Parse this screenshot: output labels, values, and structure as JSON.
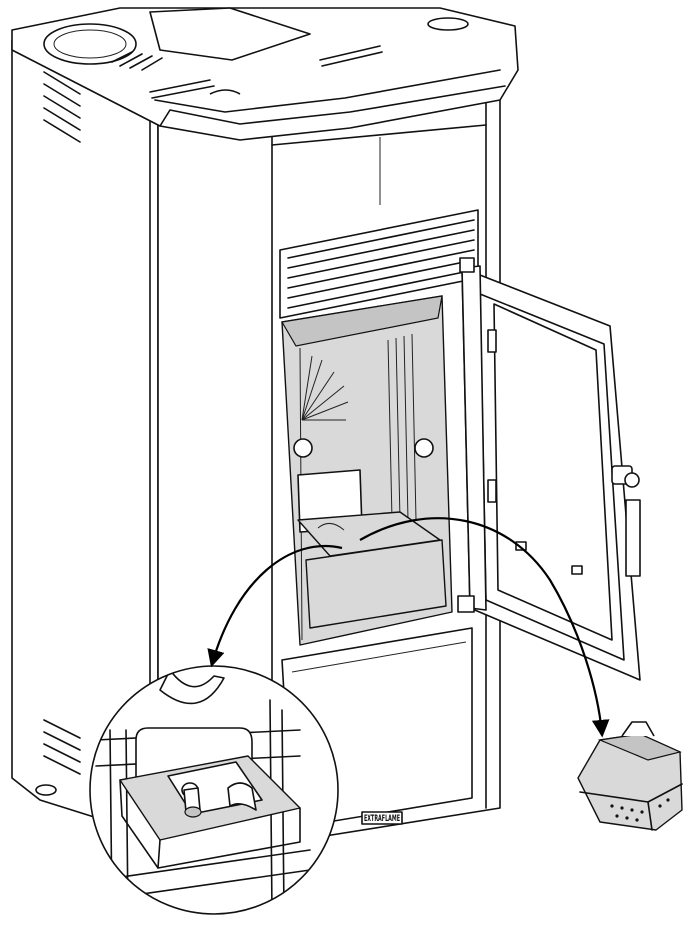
{
  "brand_plate": {
    "text": "EXTRAFLAME"
  },
  "colors": {
    "line": "#111111",
    "body_fill": "#ffffff",
    "firebox_fill": "#d9d9d9",
    "brazier_fill": "#d4d4d4",
    "arrow": "#000000"
  },
  "callouts": [
    {
      "name": "arrow-to-detail-view",
      "from": "brazier-in-stove",
      "to": "detail-magnifier"
    },
    {
      "name": "arrow-to-removed-brazier",
      "from": "brazier-in-stove",
      "to": "removed-brazier"
    }
  ]
}
